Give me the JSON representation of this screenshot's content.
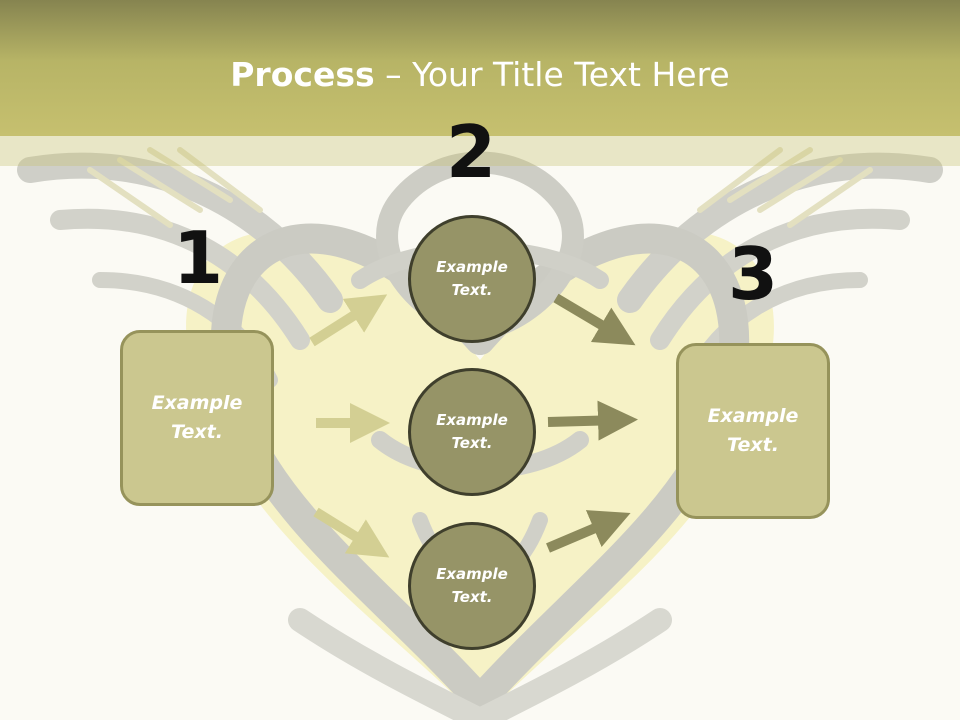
{
  "slide": {
    "title_bold": "Process",
    "title_rest": " – Your Title Text Here"
  },
  "steps": [
    {
      "number": "1",
      "label": "Example Text."
    },
    {
      "number": "2",
      "circles": [
        "Example Text.",
        "Example Text.",
        "Example Text."
      ]
    },
    {
      "number": "3",
      "label": "Example Text."
    }
  ],
  "colors": {
    "header": "#c6c06f",
    "box_fill": "#cbc78f",
    "circle_fill": "#969467",
    "arrow_light": "#d3cf93",
    "arrow_dark": "#8c8a5c"
  }
}
